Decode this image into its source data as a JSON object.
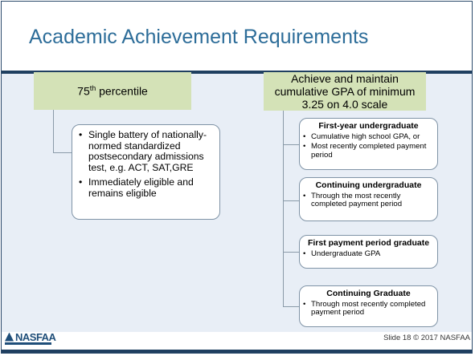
{
  "slide": {
    "title": "Academic Achievement Requirements",
    "footer": "Slide 18  © 2017 NASFAA",
    "logo_text": "NASFAA"
  },
  "left_column": {
    "header_prefix": "75",
    "header_sup": "th",
    "header_suffix": " percentile",
    "bullets": [
      "Single battery of nationally-normed standardized postsecondary admissions test, e.g. ACT, SAT,GRE",
      "Immediately eligible and remains eligible"
    ]
  },
  "right_column": {
    "header_lines": [
      "Achieve and maintain",
      "cumulative GPA of minimum",
      "3.25 on 4.0 scale"
    ],
    "boxes": [
      {
        "title": "First-year undergraduate",
        "bullets": [
          "Cumulative high school GPA, or",
          "Most recently completed payment period"
        ]
      },
      {
        "title": "Continuing undergraduate",
        "bullets": [
          "Through the most recently completed payment period"
        ]
      },
      {
        "title": "First payment period graduate",
        "bullets": [
          "Undergraduate GPA"
        ]
      },
      {
        "title": "Continuing Graduate",
        "bullets": [
          "Through most recently completed payment period"
        ]
      }
    ]
  },
  "colors": {
    "title": "#2d6d99",
    "green_box": "#d4e2b7",
    "content_bg": "#e8eef6",
    "rule": "#1f3f60"
  }
}
